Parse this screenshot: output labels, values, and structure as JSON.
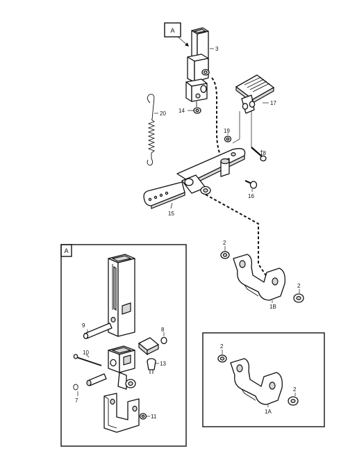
{
  "labels": {
    "A": "A",
    "p1A": "1A",
    "p1B": "1B",
    "p2": "2",
    "p3": "3",
    "p7": "7",
    "p8": "8",
    "p9": "9",
    "p10": "10",
    "p11": "11",
    "p13": "13",
    "p14": "14",
    "p15": "15",
    "p16": "16",
    "p17": "17",
    "p18": "18",
    "p19": "19",
    "p20": "20"
  }
}
